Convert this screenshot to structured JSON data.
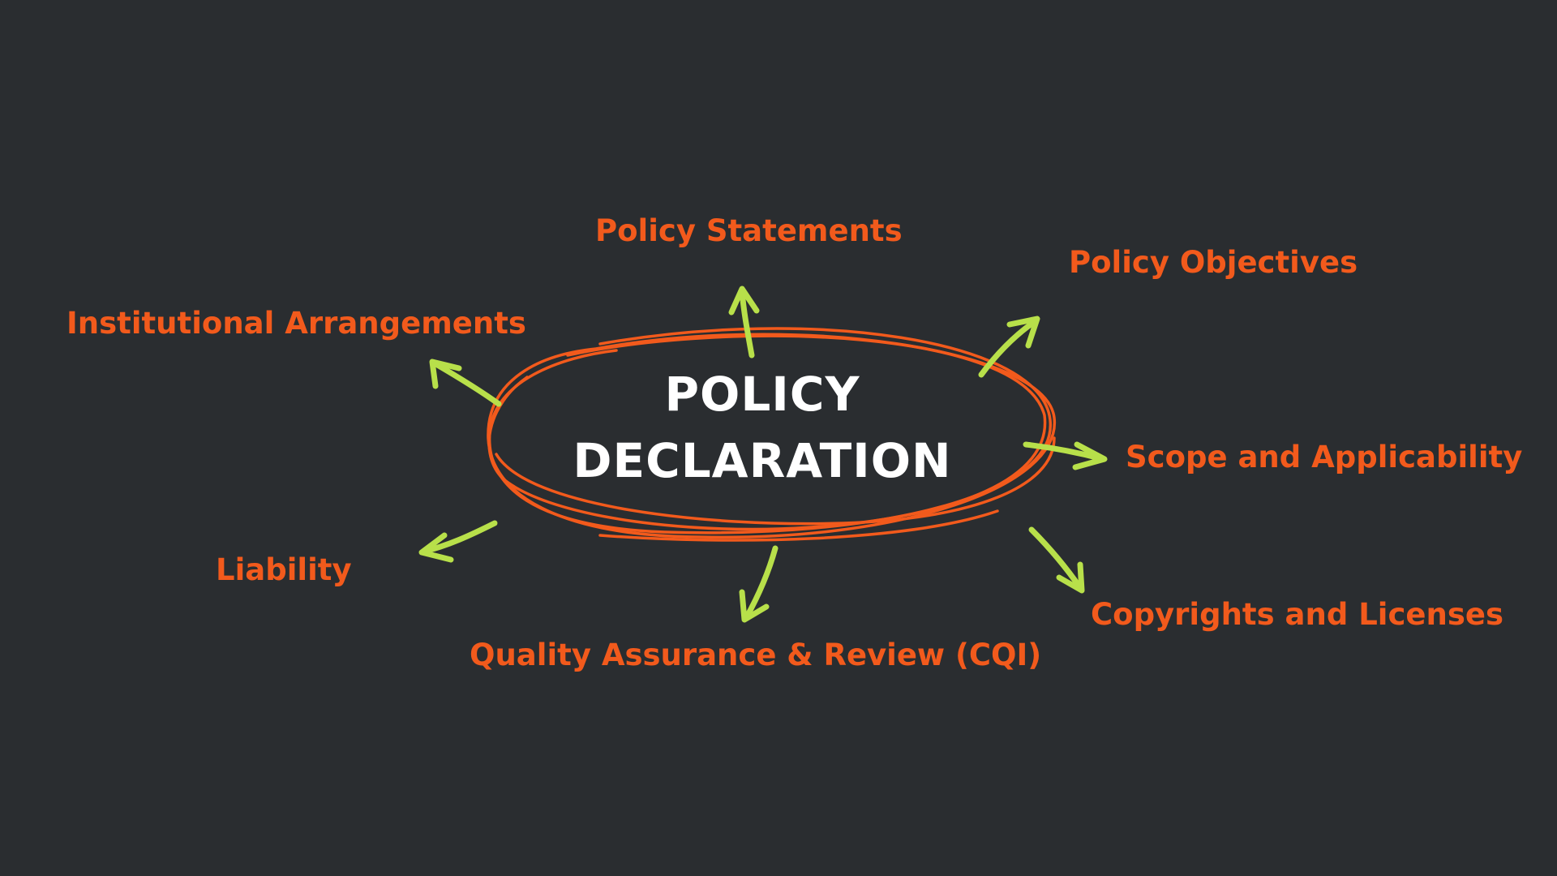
{
  "colors": {
    "background": "#2a2d30",
    "center_text": "#ffffff",
    "topic_text": "#f25a1c",
    "ellipse_stroke": "#f25a1c",
    "arrow": "#b8e04a"
  },
  "center": {
    "line1": "POLICY",
    "line2": "DECLARATION"
  },
  "topics": {
    "policy_statements": "Policy Statements",
    "policy_objectives": "Policy Objectives",
    "institutional_arrangements": "Institutional Arrangements",
    "scope_and_applicability": "Scope and Applicability",
    "liability": "Liability",
    "copyrights_and_licenses": "Copyrights and Licenses",
    "quality_assurance": "Quality Assurance & Review (CQI)"
  }
}
